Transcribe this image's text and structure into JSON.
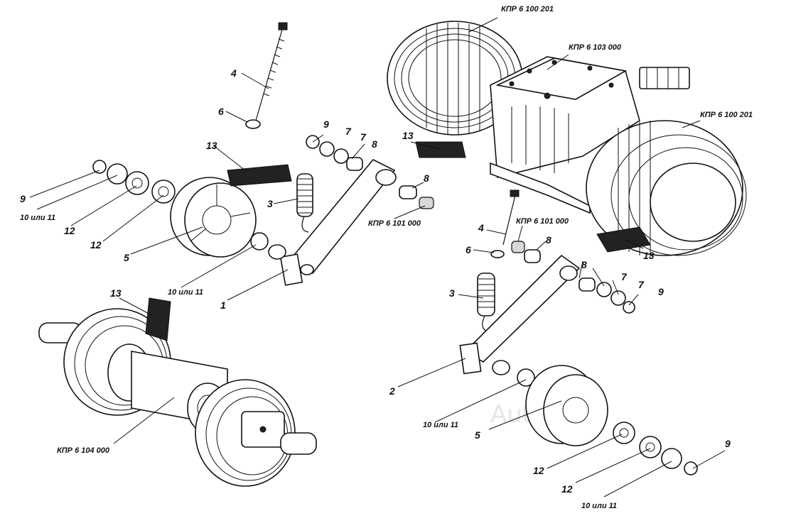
{
  "labels": {
    "n1": "1",
    "n2": "2",
    "n3a": "3",
    "n3b": "3",
    "n4a": "4",
    "n4b": "4",
    "n5a": "5",
    "n5b": "5",
    "n6a": "6",
    "n6b": "6",
    "n7a": "7",
    "n7b": "7",
    "n7c": "7",
    "n7d": "7",
    "n8a": "8",
    "n8b": "8",
    "n8c": "8",
    "n8d": "8",
    "n9a": "9",
    "n9b": "9",
    "n9c": "9",
    "n9d": "9",
    "n10a": "10 или 11",
    "n10b": "10 или 11",
    "n10c": "10 или 11",
    "n10d": "10 или 11",
    "n12a": "12",
    "n12b": "12",
    "n12c": "12",
    "n12d": "12",
    "n13a": "13",
    "n13b": "13",
    "n13c": "13",
    "n13d": "13",
    "code_6100201_top": "КПР 6 100 201",
    "code_6103000": "КПР 6 103 000",
    "code_6100201_right": "КПР 6 100 201",
    "code_6101000_left": "КПР 6 101 000",
    "code_6101000_right": "КПР 6 101 000",
    "code_6104000": "КПР 6 104 000"
  },
  "watermark": "AutoSoft"
}
